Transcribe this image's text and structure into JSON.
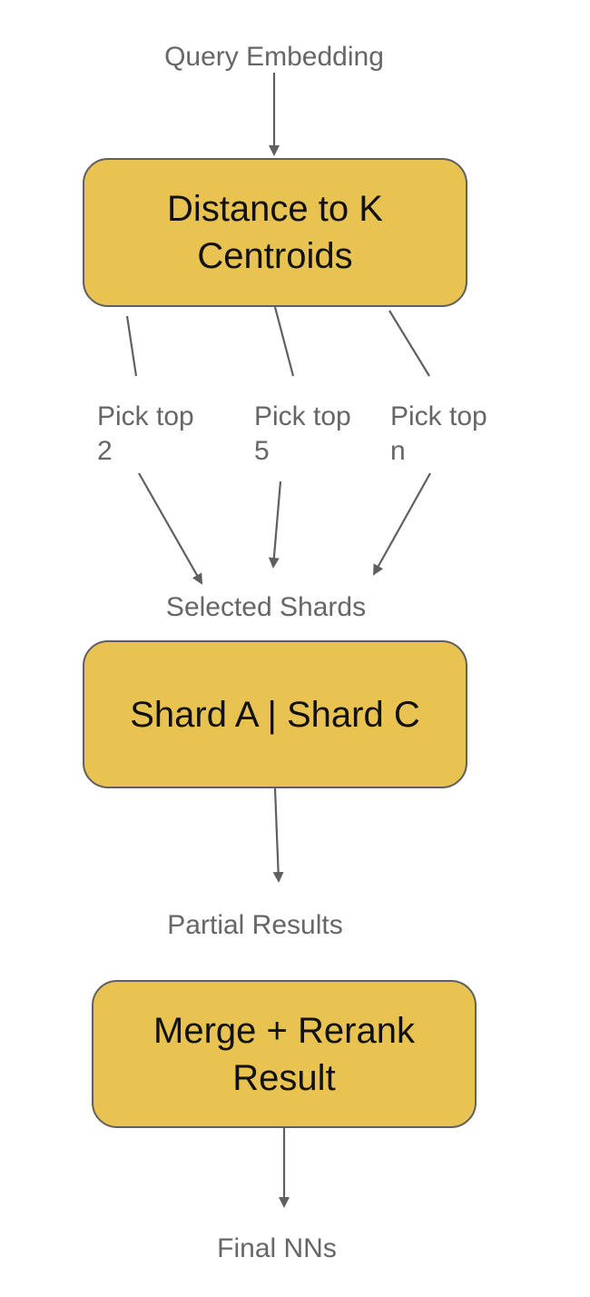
{
  "nodes": {
    "query": "Query Embedding",
    "distance": "Distance to K Centroids",
    "selected": "Selected Shards",
    "shards": "Shard A | Shard C",
    "partial": "Partial Results",
    "merge": "Merge + Rerank Result",
    "final": "Final NNs"
  },
  "branches": [
    {
      "label": "Pick top 2"
    },
    {
      "label": "Pick top 5"
    },
    {
      "label": "Pick top n"
    }
  ],
  "colors": {
    "box_fill": "#e8c352",
    "box_stroke": "#5f5f5f",
    "line": "#5f5f5f",
    "label": "#666666"
  }
}
